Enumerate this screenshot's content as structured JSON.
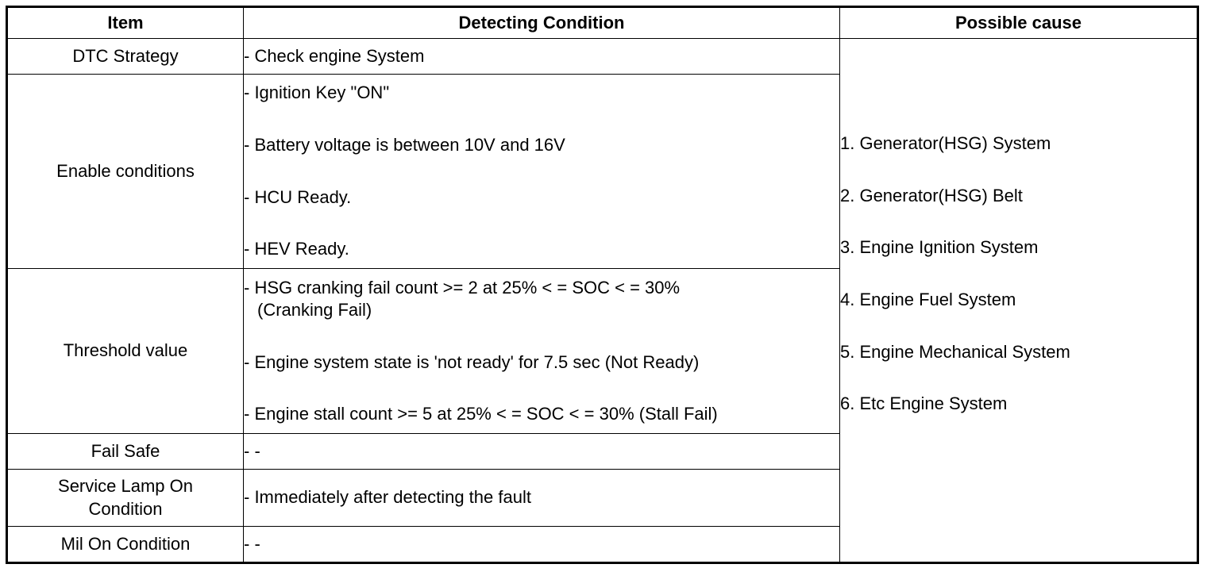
{
  "headers": {
    "item": "Item",
    "condition": "Detecting Condition",
    "cause": "Possible cause"
  },
  "rows": {
    "dtc_strategy": {
      "item": "DTC Strategy",
      "conditions": [
        "- Check engine System"
      ]
    },
    "enable_conditions": {
      "item": "Enable conditions",
      "conditions": [
        "- Ignition Key \"ON\"",
        "- Battery voltage is between 10V and 16V",
        "- HCU Ready.",
        "- HEV Ready."
      ]
    },
    "threshold_value": {
      "item": "Threshold value",
      "conditions": [
        "- HSG cranking fail count >= 2 at 25% < = SOC < = 30%",
        "(Cranking Fail)",
        "- Engine system state is 'not ready' for 7.5 sec (Not Ready)",
        "- Engine stall count >= 5 at 25% < = SOC < = 30% (Stall Fail)"
      ]
    },
    "fail_safe": {
      "item": "Fail Safe",
      "conditions": [
        "- -"
      ]
    },
    "service_lamp": {
      "item_line1": "Service Lamp On",
      "item_line2": "Condition",
      "conditions": [
        "- Immediately after detecting the fault"
      ]
    },
    "mil_on": {
      "item": "Mil On Condition",
      "conditions": [
        "- -"
      ]
    }
  },
  "possible_causes": [
    "1. Generator(HSG) System",
    "2. Generator(HSG) Belt",
    "3. Engine Ignition System",
    "4. Engine Fuel System",
    "5. Engine Mechanical System",
    "6. Etc Engine System"
  ]
}
